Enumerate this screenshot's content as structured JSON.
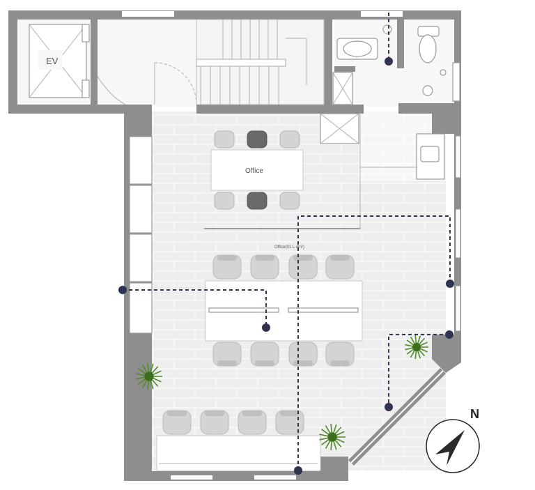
{
  "labels": {
    "ev": "EV",
    "office": "Office",
    "room_caption": "Office(01 L 4m²)",
    "north": "N"
  },
  "icons": {
    "compass": "north-arrow-compass-icon",
    "plant": "potted-plant-icon",
    "toilet": "toilet-icon",
    "sink": "sink-icon",
    "network_point": "network-point-icon"
  },
  "colors": {
    "wall": "#8e8e8e",
    "floor": "#eeeeee",
    "route_line": "#2f3550",
    "plant": "#4f8a2a",
    "chair_dark": "#6a6a6a"
  }
}
